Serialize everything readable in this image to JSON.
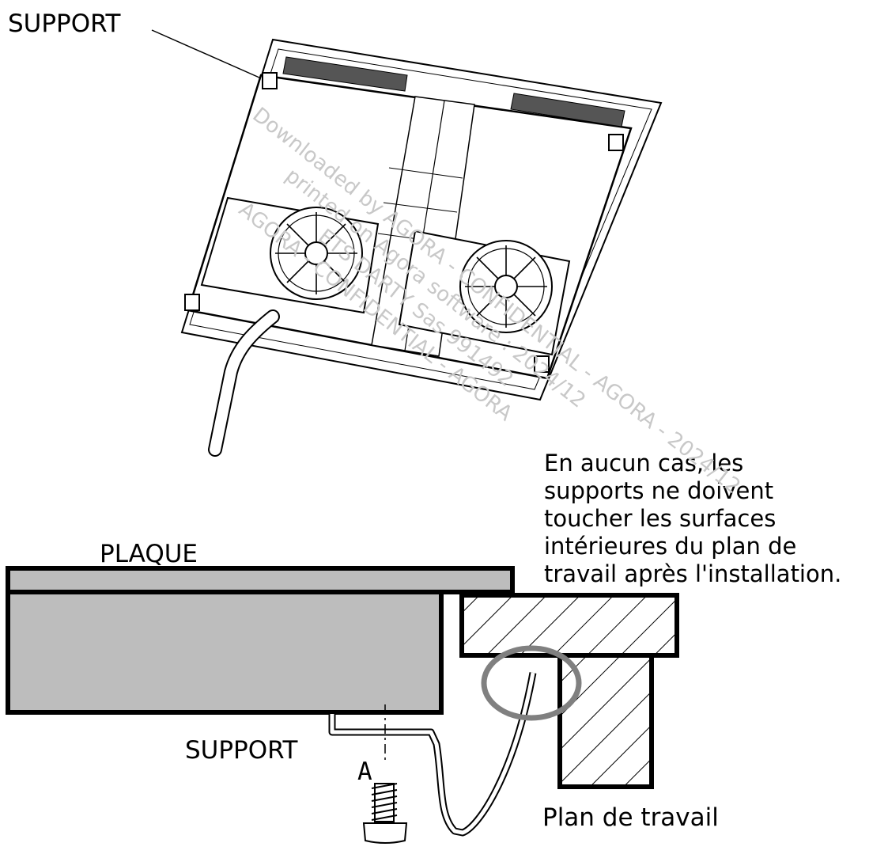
{
  "labels": {
    "support_top": "SUPPORT",
    "plaque": "PLAQUE",
    "support_bottom": "SUPPORT",
    "screw_letter": "A",
    "worktop": "Plan de travail",
    "note": [
      "En aucun cas, les",
      "supports ne doivent",
      "toucher les surfaces",
      "intérieures du plan de",
      "travail après l'installation."
    ]
  },
  "watermark": {
    "line1": "Downloaded by AGORA - CONFIDENTIAL - AGORA - 2024/12",
    "line2": "printed on Agora software : 2024/12",
    "line3": "ETS DARTY Sas 991492",
    "line4": "AGORA - CONFIDENTIAL - AGORA"
  },
  "colors": {
    "plate_fill": "#bdbdbd",
    "highlight_ring": "#808080",
    "watermark": "#c8c8c8"
  }
}
